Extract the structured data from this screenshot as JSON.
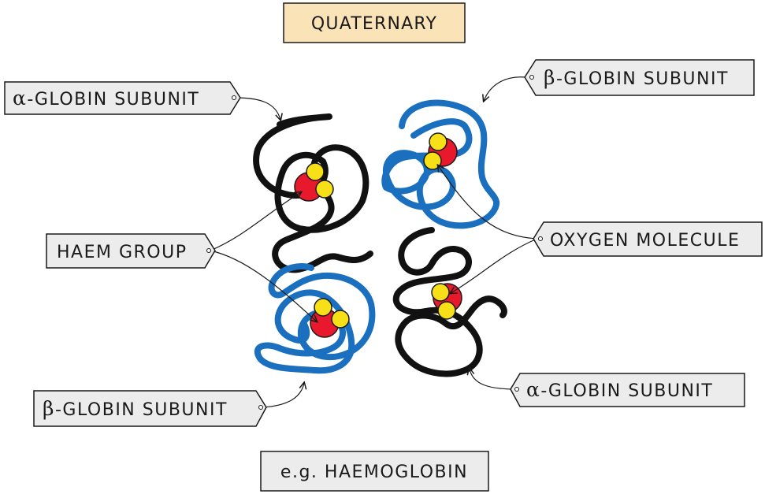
{
  "title": "QUATERNARY",
  "example": "e.g. HAEMOGLOBIN",
  "labels": {
    "alpha_top": {
      "greek": "α",
      "text": "-GLOBIN SUBUNIT"
    },
    "beta_top": {
      "greek": "β",
      "text": "-GLOBIN SUBUNIT"
    },
    "haem_group": "HAEM GROUP",
    "oxygen_molecule": "OXYGEN MOLECULE",
    "beta_bottom": {
      "greek": "β",
      "text": "-GLOBIN SUBUNIT"
    },
    "alpha_bottom": {
      "greek": "α",
      "text": "-GLOBIN SUBUNIT"
    }
  },
  "colors": {
    "alpha_chain": "#111111",
    "beta_chain": "#1a6fbf",
    "haem": "#e8192c",
    "oxygen": "#f7e017",
    "title_fill": "#fbe3b8",
    "label_fill": "#ececec"
  }
}
